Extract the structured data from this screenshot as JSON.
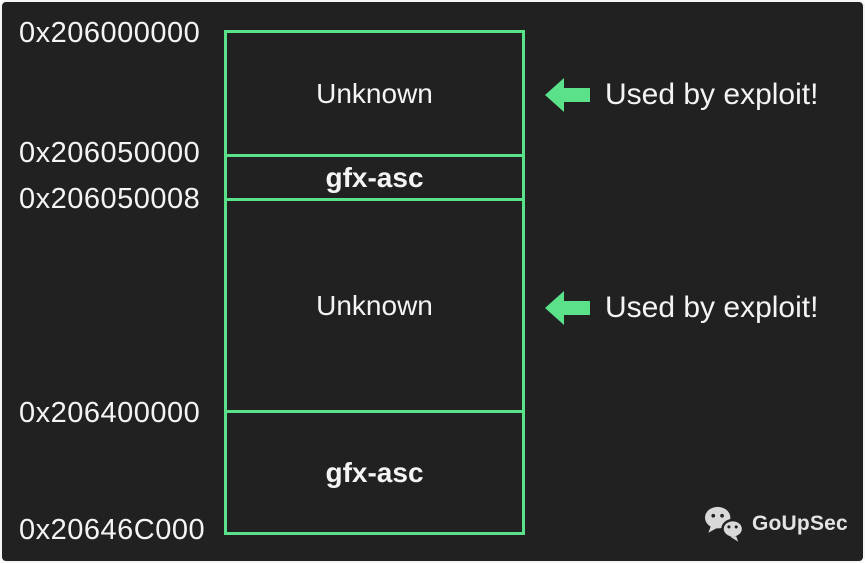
{
  "diagram": {
    "addresses": [
      "0x206000000",
      "0x206050000",
      "0x206050008",
      "0x206400000",
      "0x20646C000"
    ],
    "regions": [
      {
        "label": "Unknown",
        "emphasis": "normal"
      },
      {
        "label": "gfx-asc",
        "emphasis": "bold"
      },
      {
        "label": "Unknown",
        "emphasis": "normal"
      },
      {
        "label": "gfx-asc",
        "emphasis": "bold"
      }
    ],
    "callouts": [
      {
        "icon": "arrow-left-icon",
        "label": "Used by exploit!"
      },
      {
        "icon": "arrow-left-icon",
        "label": "Used by exploit!"
      }
    ]
  },
  "watermark": {
    "icon": "wechat-icon",
    "label": "GoUpSec"
  },
  "colors": {
    "green": "#5ce18b",
    "background": "#212121",
    "border": "#f5f5f5",
    "text": "#f4f4f4",
    "watermark": "#e3e3e3"
  }
}
